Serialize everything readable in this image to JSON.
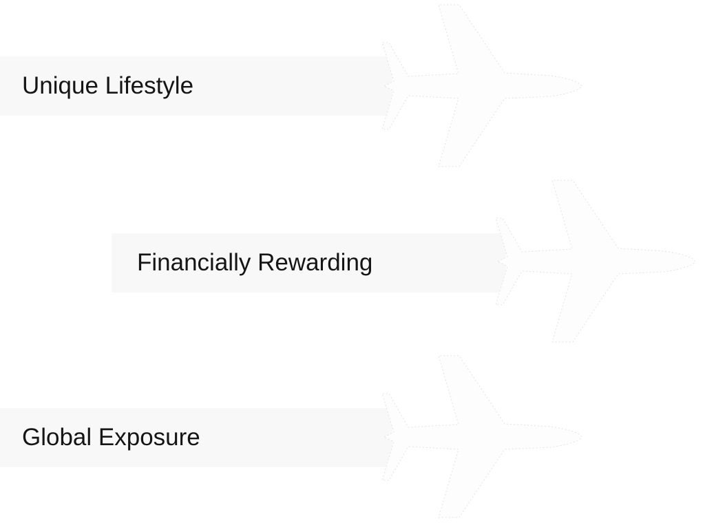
{
  "items": [
    {
      "label": "Unique Lifestyle",
      "icon": "airplane-icon"
    },
    {
      "label": "Financially Rewarding",
      "icon": "airplane-icon"
    },
    {
      "label": "Global Exposure",
      "icon": "airplane-icon"
    }
  ],
  "colors": {
    "band": "#f8f8f8",
    "text": "#151515",
    "plane": "#fdfdfd"
  }
}
